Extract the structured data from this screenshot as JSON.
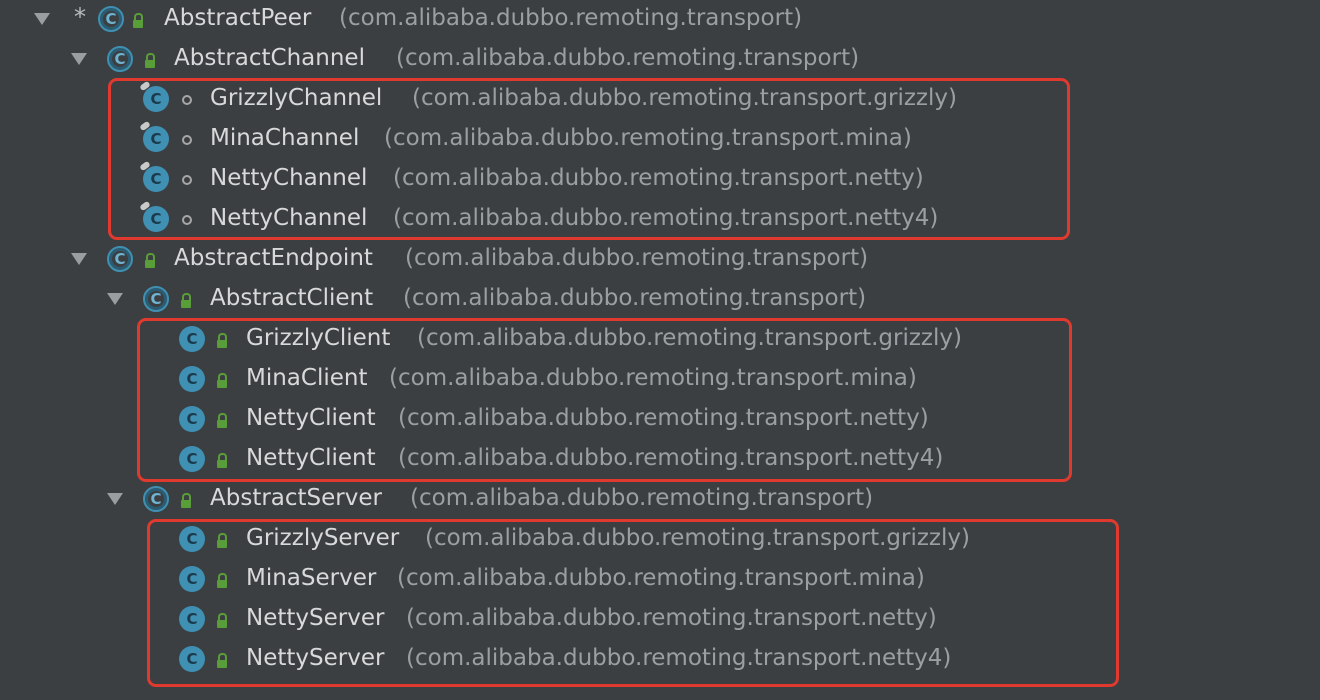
{
  "tree": {
    "items": [
      {
        "name": "AbstractPeer",
        "package": "(com.alibaba.dubbo.remoting.transport)",
        "star": "*"
      },
      {
        "name": "AbstractChannel",
        "package": "(com.alibaba.dubbo.remoting.transport)"
      },
      {
        "name": "GrizzlyChannel",
        "package": "(com.alibaba.dubbo.remoting.transport.grizzly)"
      },
      {
        "name": "MinaChannel",
        "package": "(com.alibaba.dubbo.remoting.transport.mina)"
      },
      {
        "name": "NettyChannel",
        "package": "(com.alibaba.dubbo.remoting.transport.netty)"
      },
      {
        "name": "NettyChannel",
        "package": "(com.alibaba.dubbo.remoting.transport.netty4)"
      },
      {
        "name": "AbstractEndpoint",
        "package": "(com.alibaba.dubbo.remoting.transport)"
      },
      {
        "name": "AbstractClient",
        "package": "(com.alibaba.dubbo.remoting.transport)"
      },
      {
        "name": "GrizzlyClient",
        "package": "(com.alibaba.dubbo.remoting.transport.grizzly)"
      },
      {
        "name": "MinaClient",
        "package": "(com.alibaba.dubbo.remoting.transport.mina)"
      },
      {
        "name": "NettyClient",
        "package": "(com.alibaba.dubbo.remoting.transport.netty)"
      },
      {
        "name": "NettyClient",
        "package": "(com.alibaba.dubbo.remoting.transport.netty4)"
      },
      {
        "name": "AbstractServer",
        "package": "(com.alibaba.dubbo.remoting.transport)"
      },
      {
        "name": "GrizzlyServer",
        "package": "(com.alibaba.dubbo.remoting.transport.grizzly)"
      },
      {
        "name": "MinaServer",
        "package": "(com.alibaba.dubbo.remoting.transport.mina)"
      },
      {
        "name": "NettyServer",
        "package": "(com.alibaba.dubbo.remoting.transport.netty)"
      },
      {
        "name": "NettyServer",
        "package": "(com.alibaba.dubbo.remoting.transport.netty4)"
      }
    ],
    "class_icon_letter": "C"
  },
  "colors": {
    "background": "#3b3f42",
    "class_icon": "#3f90b3",
    "access_lock": "#5a9e3a",
    "highlight_box": "#e03a2f",
    "name_text": "#d9d9d9",
    "package_text": "#9c9fa2"
  }
}
